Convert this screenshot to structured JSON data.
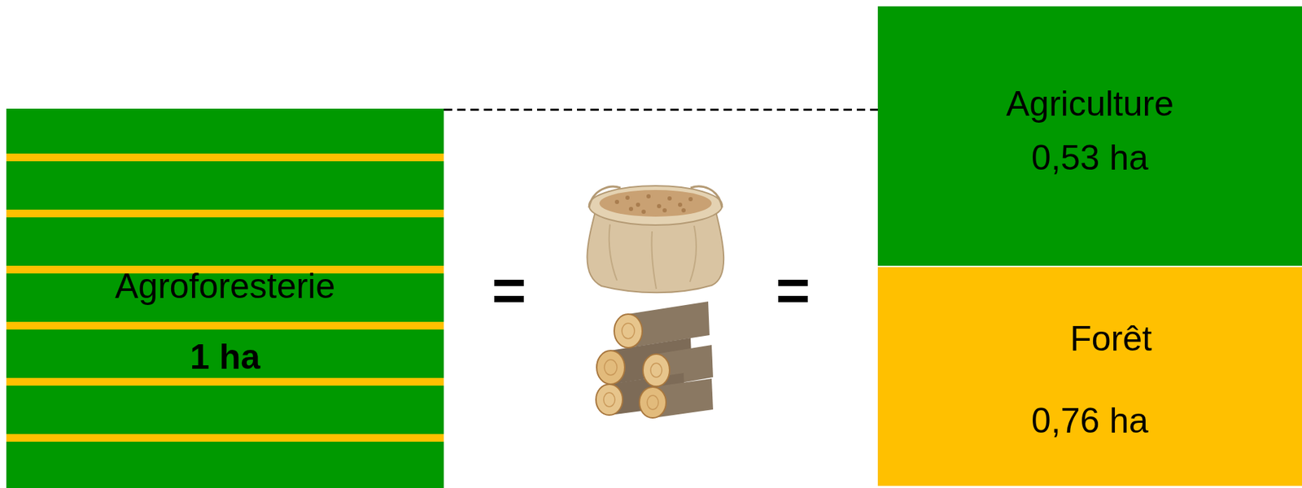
{
  "diagram": {
    "nodes": [
      {
        "text": [
          "Agroforesterie",
          "1 ha"
        ]
      },
      {
        "text": [
          "Agriculture",
          "0,53 ha"
        ]
      },
      {
        "text": [
          "Forêt",
          "0,76 ha"
        ]
      }
    ],
    "edges": [
      {
        "from": 0,
        "to": 1,
        "arrow": "none"
      }
    ],
    "labels": [
      "=",
      "="
    ]
  }
}
